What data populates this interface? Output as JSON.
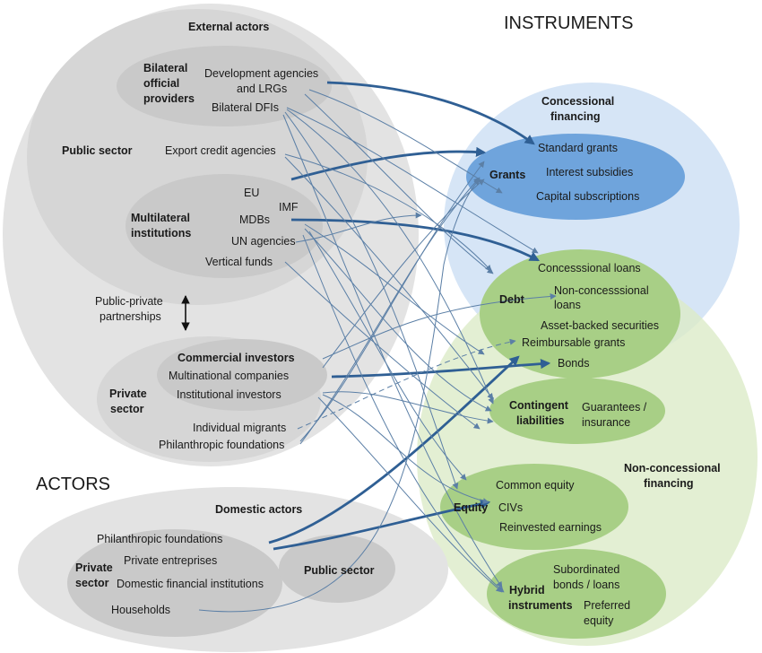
{
  "titles": {
    "instruments": "INSTRUMENTS",
    "actors": "ACTORS"
  },
  "external": {
    "heading": "External actors",
    "public_sector": "Public sector",
    "bilateral": [
      "Bilateral",
      "official",
      "providers"
    ],
    "dev_agencies": [
      "Development agencies",
      "and LRGs"
    ],
    "bilateral_dfis": "Bilateral DFIs",
    "export_credit": "Export credit agencies",
    "multilateral": [
      "Multilateral",
      "institutions"
    ],
    "eu": "EU",
    "imf": "IMF",
    "mdbs": "MDBs",
    "un_agencies": "UN agencies",
    "vertical_funds": "Vertical funds",
    "ppp": [
      "Public-private",
      "partnerships"
    ],
    "private_sector": [
      "Private",
      "sector"
    ],
    "commercial_investors": "Commercial investors",
    "multinational": "Multinational companies",
    "institutional": "Institutional investors",
    "migrants": "Individual migrants",
    "philanthropic": "Philanthropic foundations"
  },
  "domestic": {
    "heading": "Domestic actors",
    "philanthropic": "Philanthropic foundations",
    "private_sector": [
      "Private",
      "sector"
    ],
    "private_enterprises": "Private entreprises",
    "dfi": "Domestic financial institutions",
    "households": "Households",
    "public_sector": "Public sector"
  },
  "instruments": {
    "concessional": [
      "Concessional",
      "financing"
    ],
    "grants": "Grants",
    "standard_grants": "Standard grants",
    "interest_subsidies": "Interest subsidies",
    "capital_subscriptions": "Capital subscriptions",
    "debt": "Debt",
    "concessional_loans": "Concesssional loans",
    "non_concessional_loans": [
      "Non-concesssional",
      "loans"
    ],
    "asset_backed": "Asset-backed securities",
    "reimbursable": "Reimbursable grants",
    "bonds": "Bonds",
    "contingent": [
      "Contingent",
      "liabilities"
    ],
    "guarantees": [
      "Guarantees /",
      "insurance"
    ],
    "non_concessional": [
      "Non-concessional",
      "financing"
    ],
    "equity": "Equity",
    "common_equity": "Common equity",
    "civs": "CIVs",
    "reinvested": "Reinvested earnings",
    "hybrid": [
      "Hybrid",
      "instruments"
    ],
    "subordinated": [
      "Subordinated",
      "bonds / loans"
    ],
    "preferred": [
      "Preferred",
      "equity"
    ]
  },
  "colors": {
    "outer_grey": "#e3e3e3",
    "inner_grey": "#c9c9c9",
    "light_blue": "#cfe0f4",
    "mid_blue": "#6fa4dc",
    "light_green": "#dcebc8",
    "mid_green": "#a8cf86",
    "arrow": "#5b7fa6",
    "arrow_thick": "#2f5f94"
  }
}
